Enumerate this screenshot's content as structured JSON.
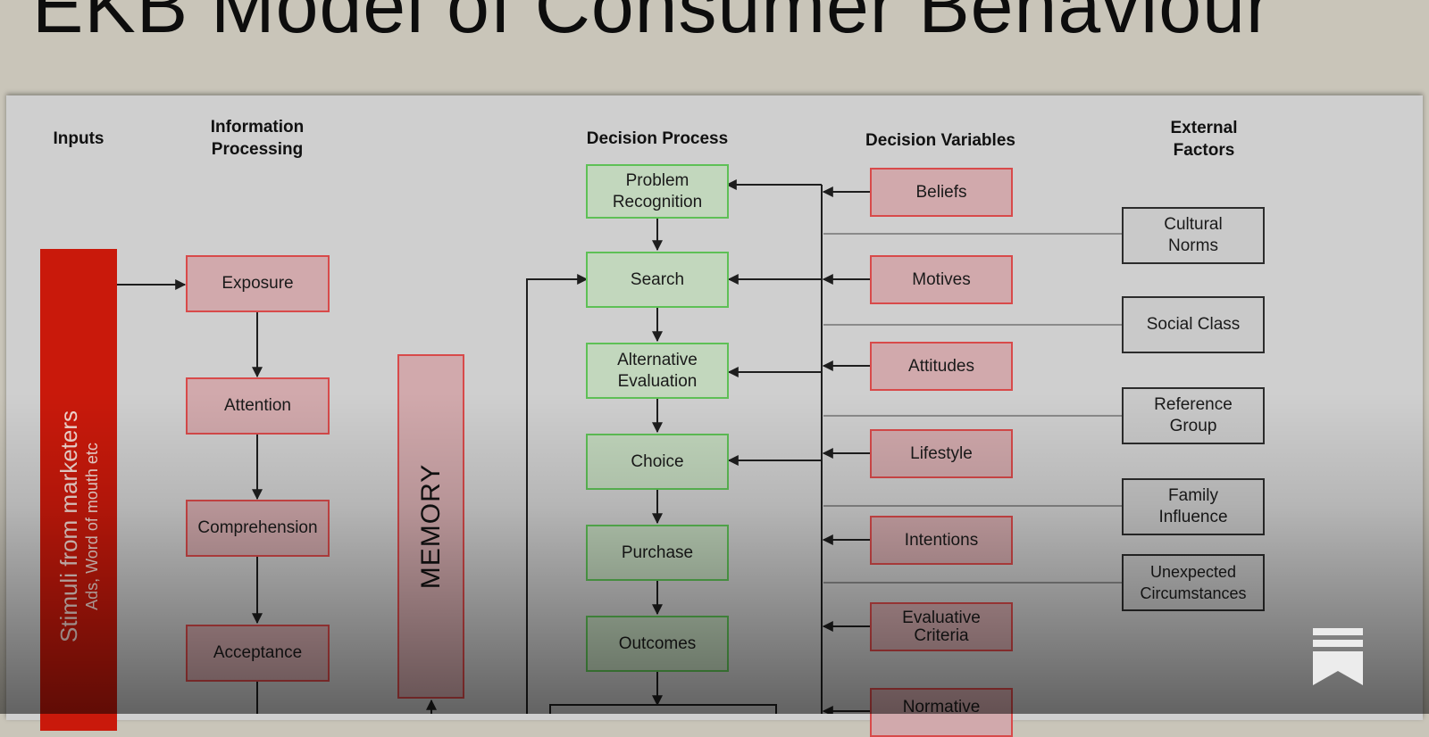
{
  "title": "EKB Model of Consumer Behaviour",
  "columns": {
    "inputs": "Inputs",
    "information_processing": "Information\nProcessing",
    "decision_process": "Decision Process",
    "decision_variables": "Decision Variables",
    "external_factors": "External\nFactors"
  },
  "stimuli": {
    "main": "Stimuli from marketers",
    "sub": "Ads, Word of mouth etc"
  },
  "memory": "MEMORY",
  "information_processing": [
    "Exposure",
    "Attention",
    "Comprehension",
    "Acceptance"
  ],
  "decision_process": [
    "Problem\nRecognition",
    "Search",
    "Alternative\nEvaluation",
    "Choice",
    "Purchase",
    "Outcomes"
  ],
  "decision_variables": [
    "Beliefs",
    "Motives",
    "Attitudes",
    "Lifestyle",
    "Intentions",
    "Evaluative\nCriteria",
    "Normative"
  ],
  "external_factors": [
    "Cultural\nNorms",
    "Social Class",
    "Reference\nGroup",
    "Family\nInfluence",
    "Unexpected\nCircumstances"
  ],
  "colors": {
    "stimuli": "#c9190b",
    "variable_border": "#d84a4a",
    "process_border": "#5ec056",
    "factor_border": "#2c2c2c"
  },
  "logo_icon": "bookmark-logo-icon"
}
